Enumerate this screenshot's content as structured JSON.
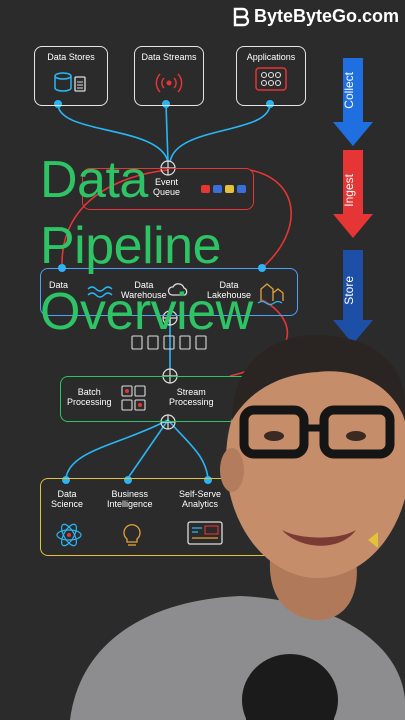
{
  "brand": {
    "name": "ByteByteGo.com"
  },
  "sources": {
    "data_stores": "Data Stores",
    "data_streams": "Data Streams",
    "applications": "Applications"
  },
  "queue": {
    "line1": "Event",
    "line2": "Queue"
  },
  "storage": {
    "lake_line1": "Data",
    "warehouse_line1": "Data",
    "warehouse_line2": "Warehouse",
    "lakehouse_line1": "Data",
    "lakehouse_line2": "Lakehouse"
  },
  "processing": {
    "batch_line1": "Batch",
    "batch_line2": "Processing",
    "stream_line1": "Stream",
    "stream_line2": "Processing"
  },
  "consume": {
    "science_line1": "Data",
    "science_line2": "Science",
    "bi_line1": "Business",
    "bi_line2": "Intelligence",
    "self_line1": "Self-Serve",
    "self_line2": "Analytics"
  },
  "stages": [
    {
      "label": "Collect",
      "color": "#1f6fe0"
    },
    {
      "label": "Ingest",
      "color": "#e53535"
    },
    {
      "label": "Store",
      "color": "#1d4fa6"
    }
  ],
  "title": {
    "line1": "Data",
    "line2": "Pipeline",
    "line3": "Overview"
  },
  "colors": {
    "title": "#2ec465",
    "node": "#29b6f6",
    "border_green": "#2ec465",
    "border_red": "#e53535",
    "border_blue": "#4aa3ff",
    "border_yellow": "#e2c23a"
  }
}
